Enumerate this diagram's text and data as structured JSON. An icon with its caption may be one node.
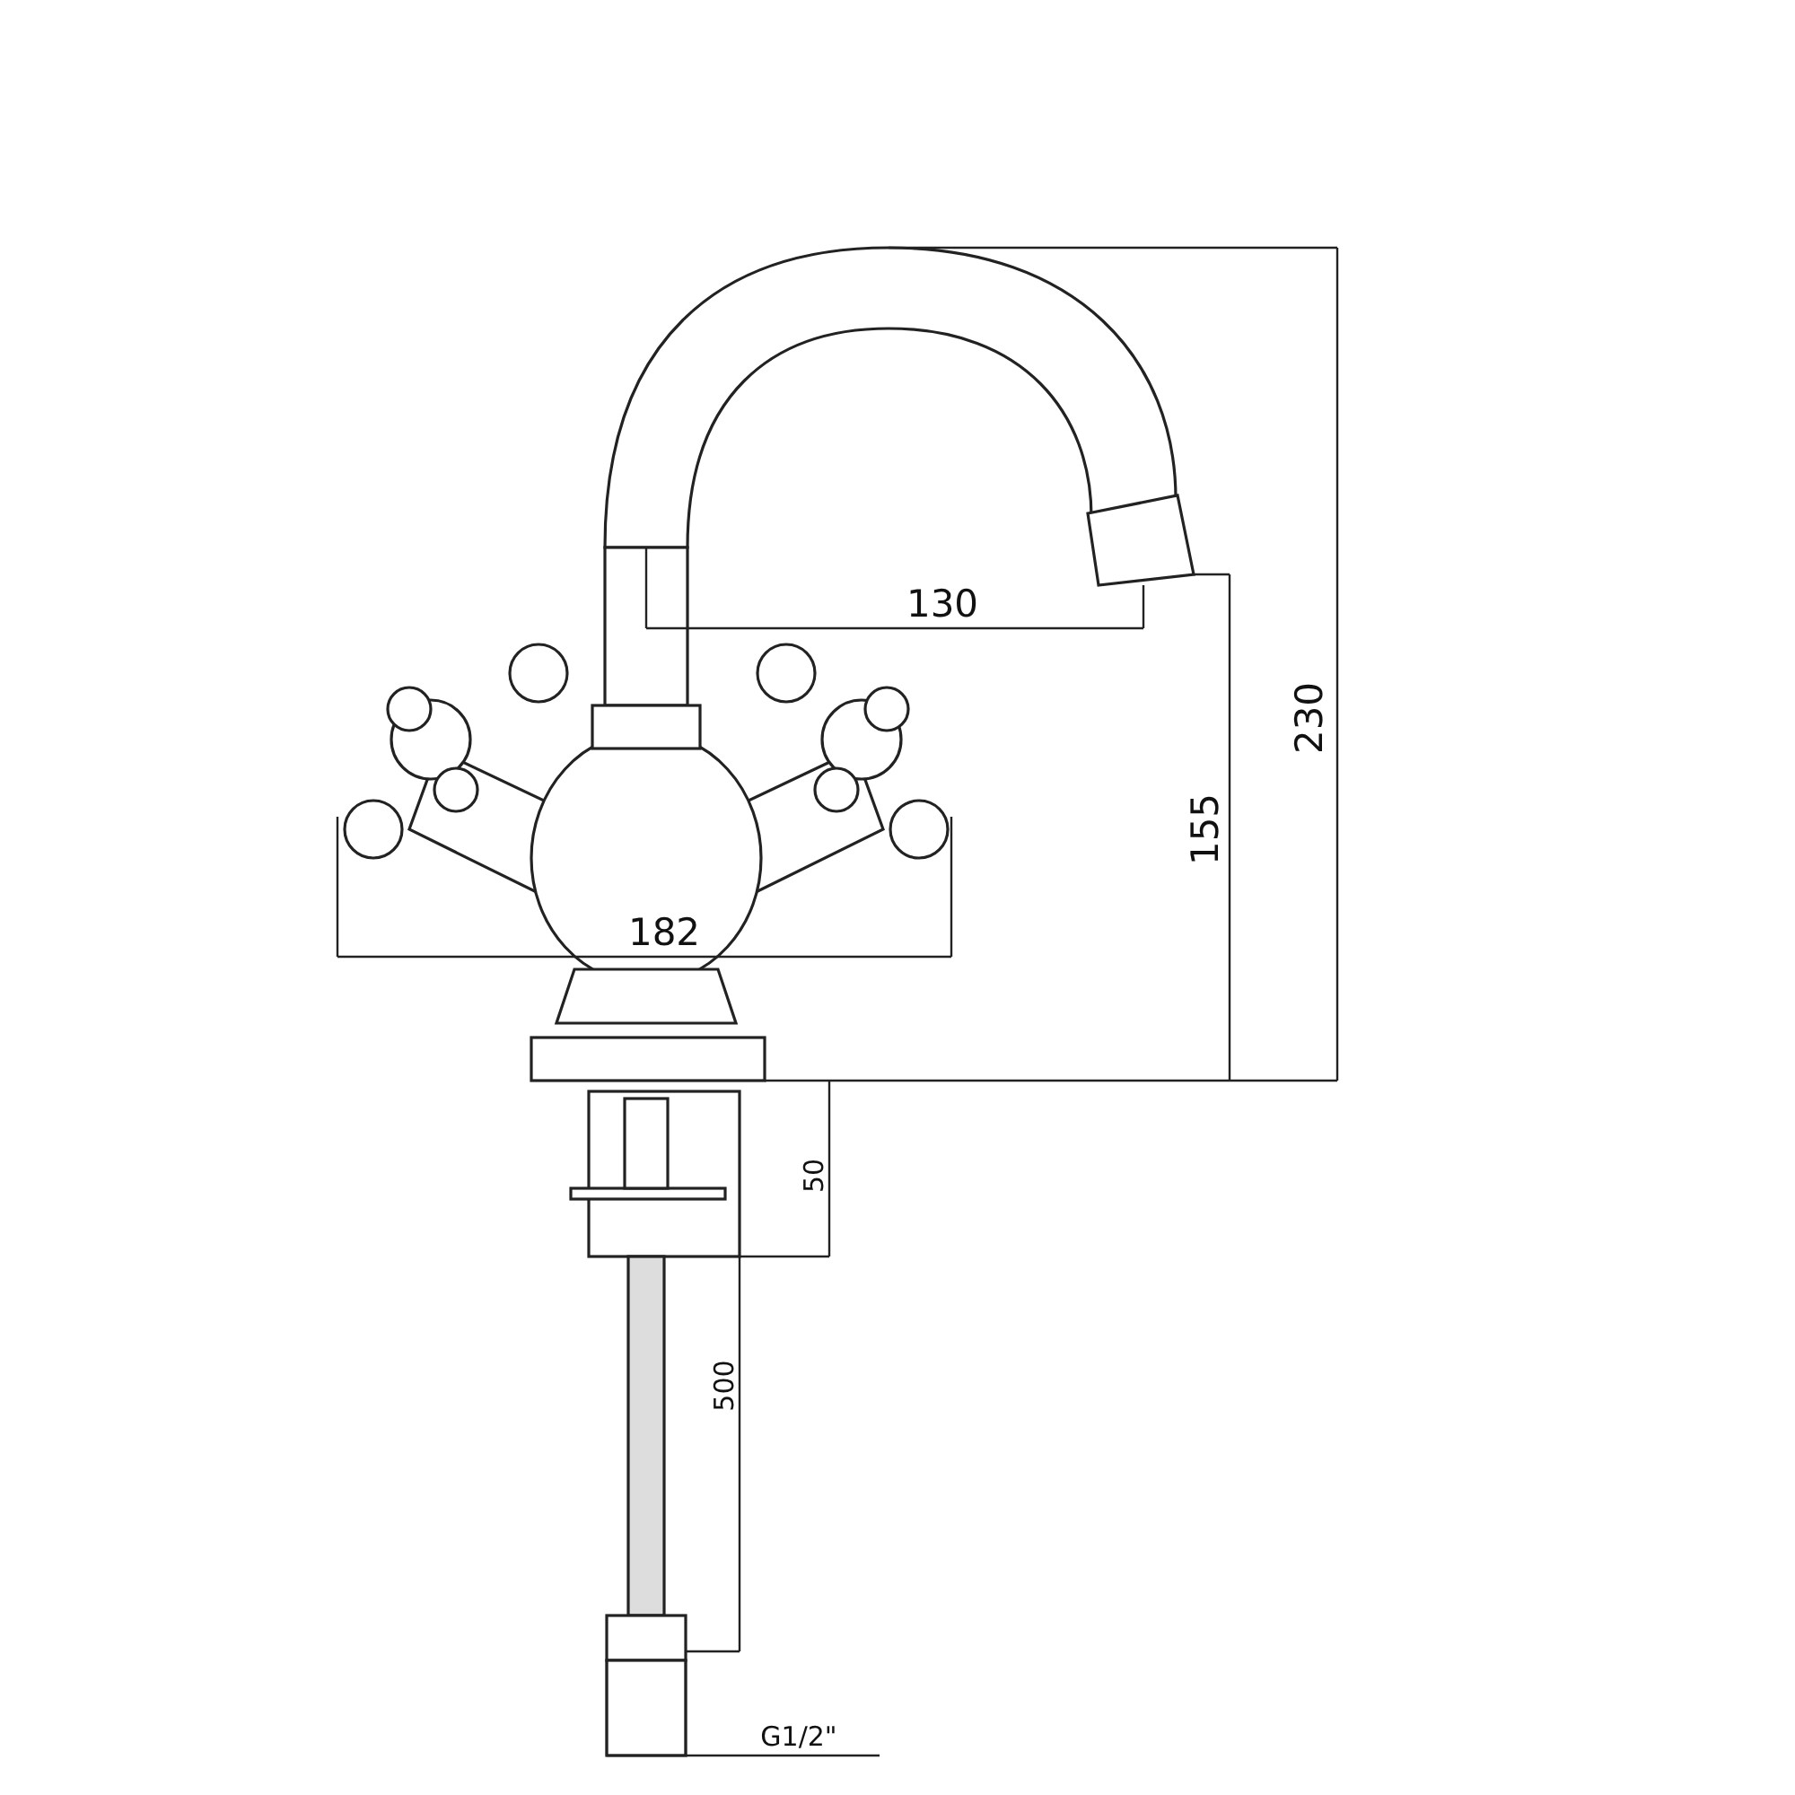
{
  "diagram": {
    "labels": [
      "130",
      "230",
      "155",
      "182",
      "50",
      "500",
      "G1/2\""
    ]
  }
}
